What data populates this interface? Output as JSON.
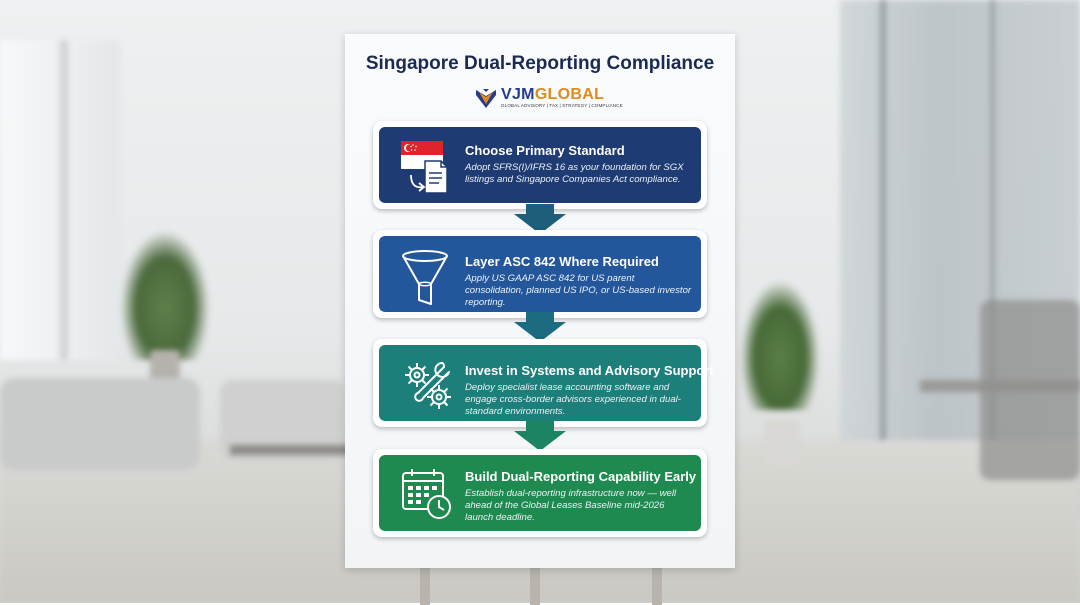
{
  "title": "Singapore Dual-Reporting Compliance",
  "logo": {
    "brand_part1": "VJM",
    "brand_part2": "GLOBAL",
    "tagline": "GLOBAL ADVISORY | TAX | STRATEGY | COMPLIANCE"
  },
  "steps": [
    {
      "heading": "Choose Primary Standard",
      "description": "Adopt SFRS(I)/IFRS 16 as your foundation for SGX listings and Singapore Companies Act compliance.",
      "icon": "singapore-flag-document-icon",
      "color": "#1f3b74"
    },
    {
      "heading": "Layer ASC 842 Where Required",
      "description": "Apply US GAAP ASC 842 for US parent consolidation, planned US IPO, or US-based investor reporting.",
      "icon": "funnel-icon",
      "color": "#23569a"
    },
    {
      "heading": "Invest in Systems and Advisory Support",
      "description": "Deploy specialist lease accounting software and engage cross-border advisors experienced in dual-standard environments.",
      "icon": "gears-wrench-icon",
      "color": "#1d7f7a"
    },
    {
      "heading": "Build Dual-Reporting Capability Early",
      "description": "Establish dual-reporting infrastructure now — well ahead of the Global Leases Baseline mid-2026 launch deadline.",
      "icon": "calendar-clock-icon",
      "color": "#1f8a4f"
    }
  ]
}
